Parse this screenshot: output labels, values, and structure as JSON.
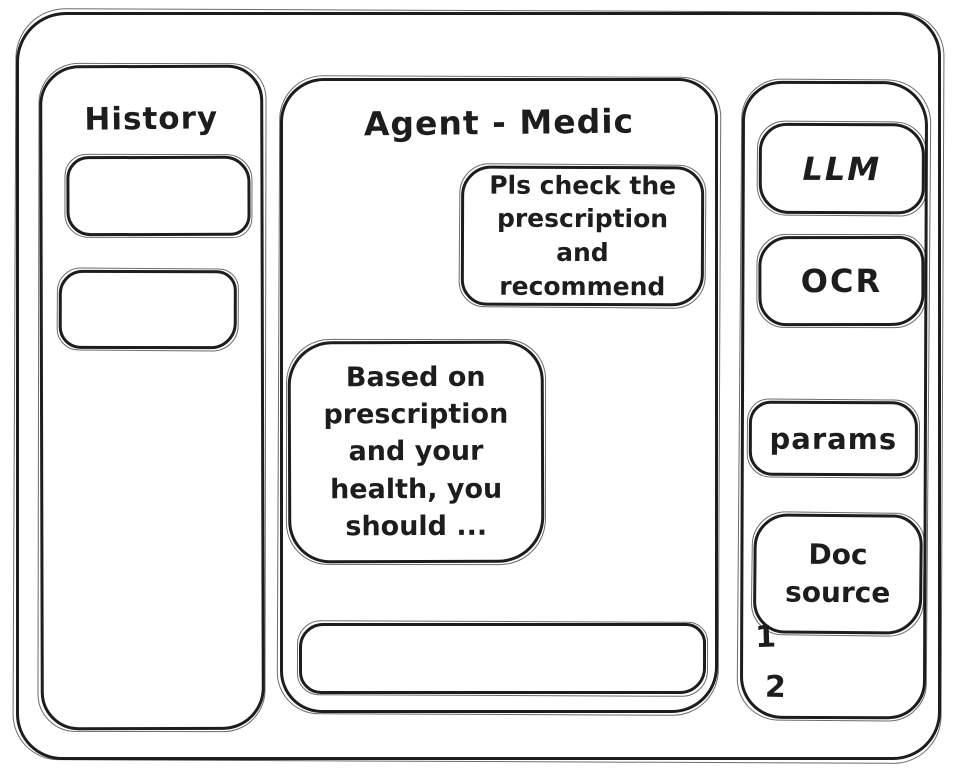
{
  "colors": {
    "stroke": "#1d1d1d",
    "background": "#ffffff"
  },
  "history_panel": {
    "title": "History",
    "items": [
      {
        "label": ""
      },
      {
        "label": ""
      }
    ]
  },
  "chat_panel": {
    "title": "Agent - Medic",
    "messages": [
      {
        "role": "user",
        "text": "Pls check the prescription and recommend"
      },
      {
        "role": "agent",
        "text": "Based on prescription and your health, you should ..."
      }
    ],
    "input": {
      "value": "",
      "placeholder": ""
    }
  },
  "tools_panel": {
    "buttons": [
      {
        "label": "LLM"
      },
      {
        "label": "OCR"
      },
      {
        "label": "params"
      },
      {
        "label": "Doc source"
      }
    ],
    "doc_list": [
      {
        "label": "1"
      },
      {
        "label": "2"
      }
    ]
  }
}
